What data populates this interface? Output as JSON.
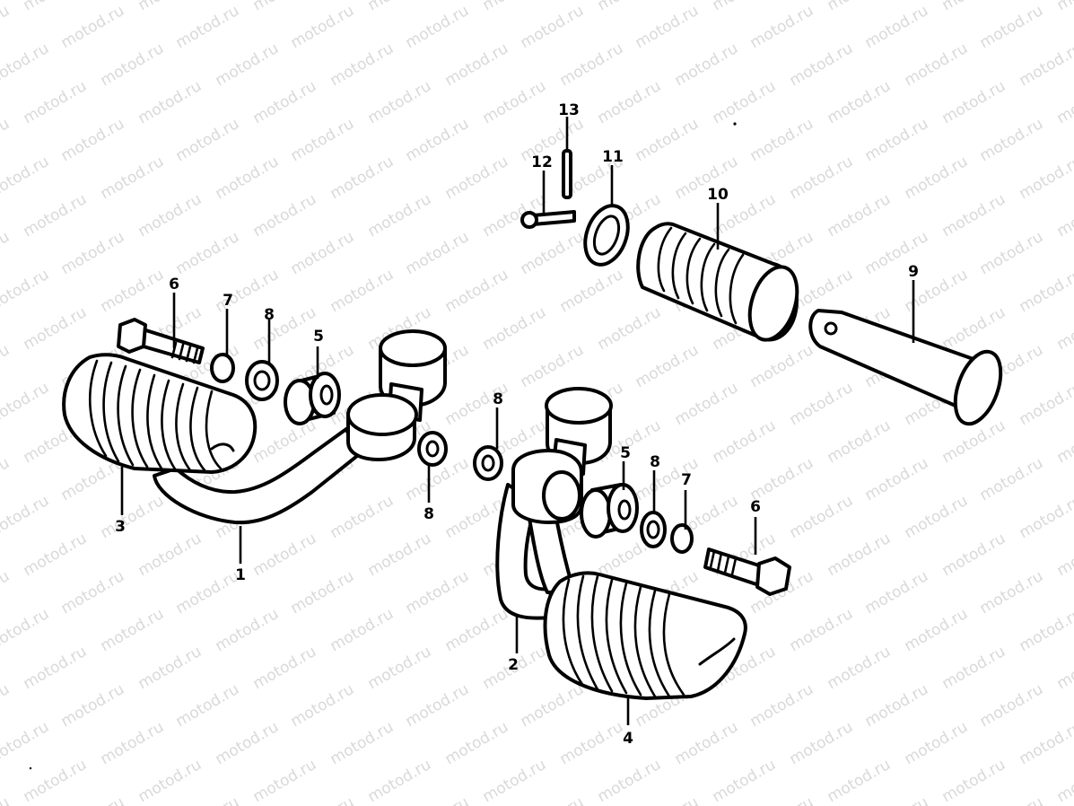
{
  "watermark": {
    "text": "motod.ru"
  },
  "callouts": [
    {
      "id": "c1",
      "text": "1"
    },
    {
      "id": "c2",
      "text": "2"
    },
    {
      "id": "c3",
      "text": "3"
    },
    {
      "id": "c4",
      "text": "4"
    },
    {
      "id": "c5a",
      "text": "5"
    },
    {
      "id": "c5b",
      "text": "5"
    },
    {
      "id": "c6a",
      "text": "6"
    },
    {
      "id": "c6b",
      "text": "6"
    },
    {
      "id": "c7a",
      "text": "7"
    },
    {
      "id": "c7b",
      "text": "7"
    },
    {
      "id": "c8a",
      "text": "8"
    },
    {
      "id": "c8b",
      "text": "8"
    },
    {
      "id": "c8c",
      "text": "8"
    },
    {
      "id": "c8d",
      "text": "8"
    },
    {
      "id": "c9",
      "text": "9"
    },
    {
      "id": "c10",
      "text": "10"
    },
    {
      "id": "c11",
      "text": "11"
    },
    {
      "id": "c12",
      "text": "12"
    },
    {
      "id": "c13",
      "text": "13"
    }
  ]
}
